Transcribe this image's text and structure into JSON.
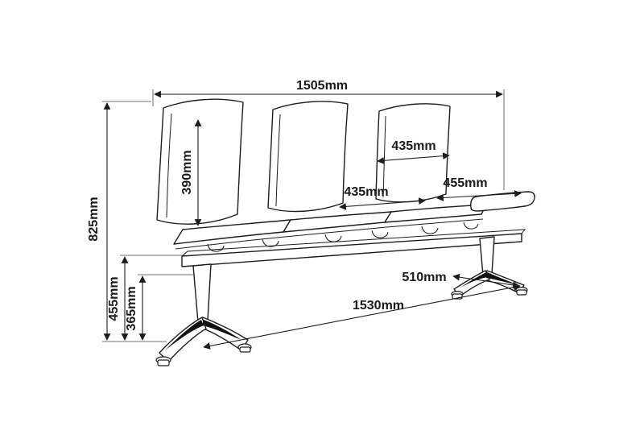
{
  "colors": {
    "line": "#1d1d1d",
    "background": "#ffffff",
    "accent": "#111111"
  },
  "labels": {
    "overall_width": "1505mm",
    "overall_height": "825mm",
    "backrest_height": "390mm",
    "backrest_width": "435mm",
    "seat_width": "435mm",
    "table_width": "455mm",
    "seat_height": "455mm",
    "underbeam_height": "365mm",
    "leg_depth": "510mm",
    "base_length": "1530mm"
  }
}
